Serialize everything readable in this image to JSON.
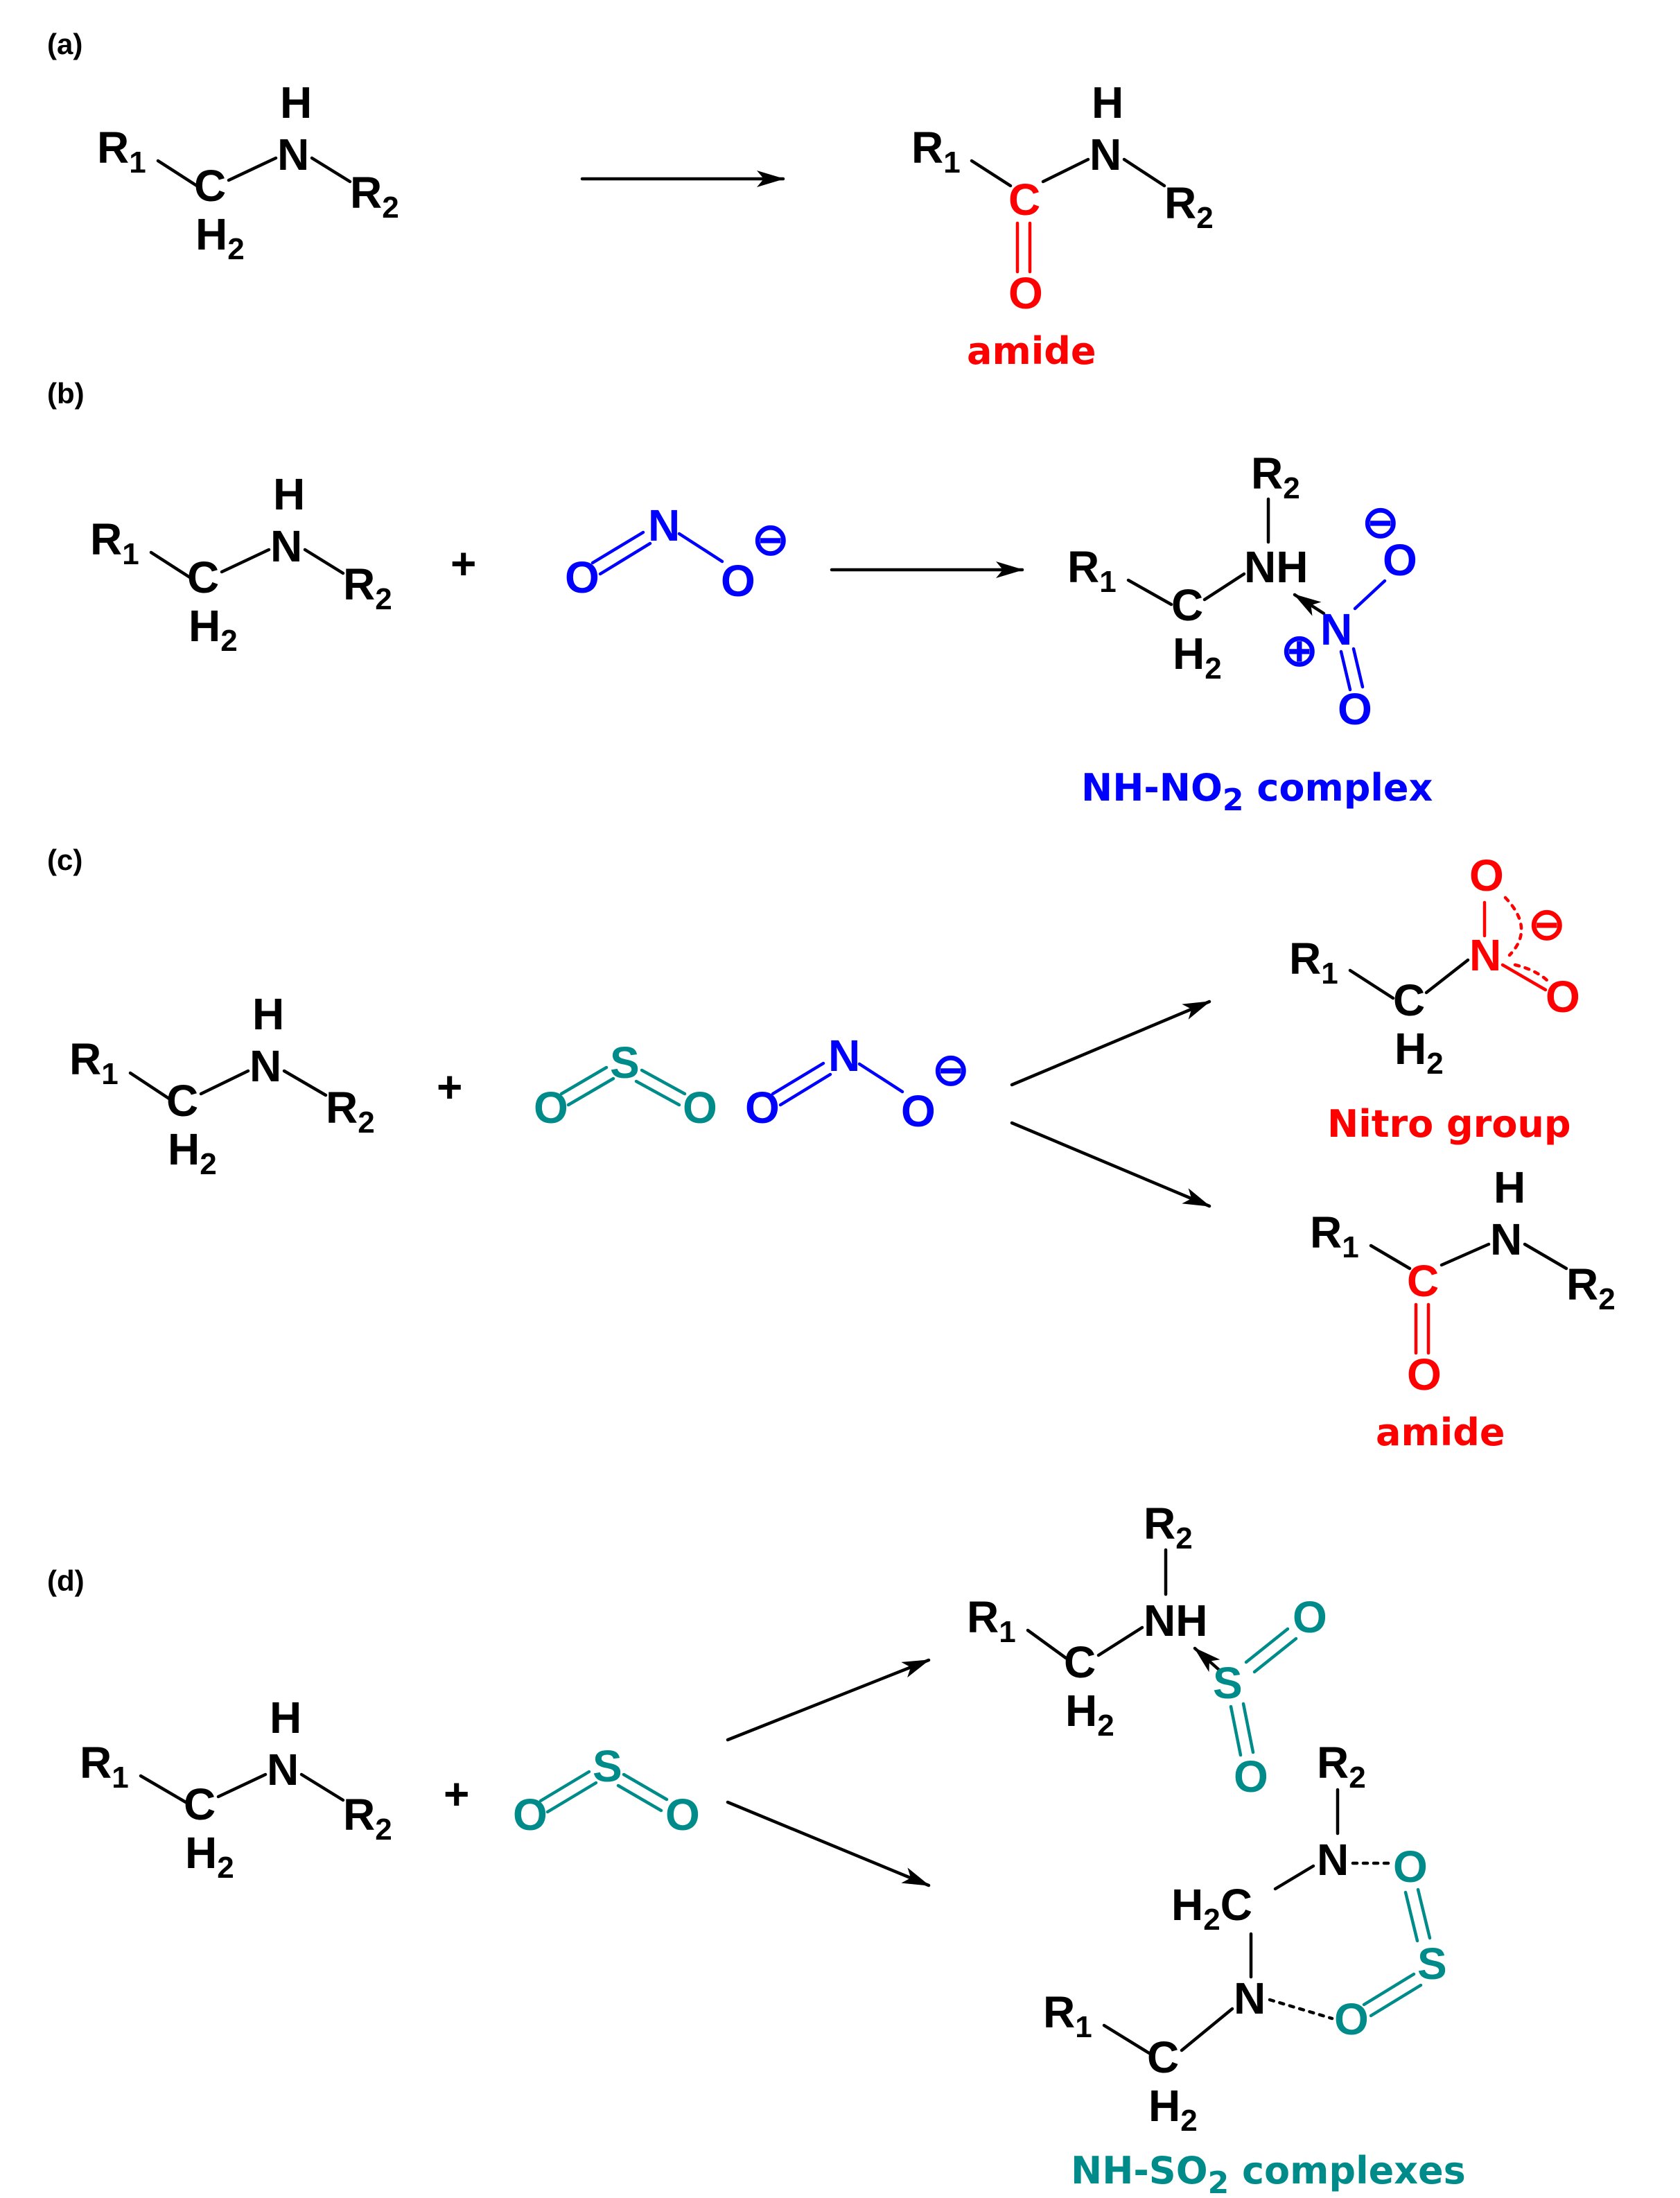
{
  "panels": {
    "a": {
      "label": "(a)",
      "product_caption": "amide"
    },
    "b": {
      "label": "(b)",
      "product_caption": "NH-NO",
      "product_caption_sub": "2",
      "product_caption_tail": " complex"
    },
    "c": {
      "label": "(c)",
      "product1_caption": "Nitro group",
      "product2_caption": "amide"
    },
    "d": {
      "label": "(d)",
      "product_caption": "NH-SO",
      "product_caption_sub": "2",
      "product_caption_tail": " complexes"
    }
  },
  "symbols": {
    "plus": "+",
    "R": "R",
    "sub1": "1",
    "sub2": "2",
    "C": "C",
    "H": "H",
    "N": "N",
    "O": "O",
    "S": "S",
    "NH": "NH",
    "H2": "H",
    "H2C": "H",
    "C_tail": "C",
    "minus": "⊖",
    "plus_charge": "⊕"
  },
  "colors": {
    "amide_red": "#ff0000",
    "nitrite_blue": "#0000ff",
    "so2_teal": "#008b8b",
    "black": "#000000"
  }
}
